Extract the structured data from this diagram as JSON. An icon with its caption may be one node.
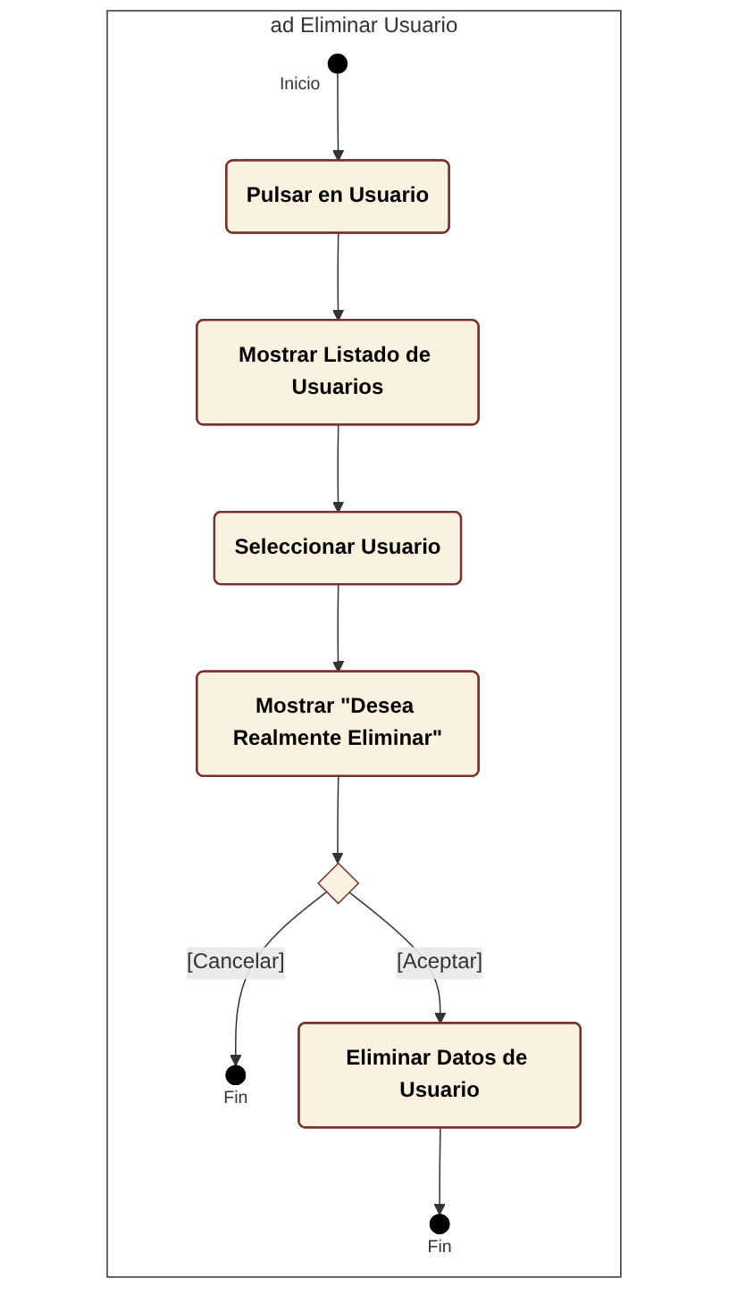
{
  "diagram": {
    "nodes": [
      {
        "text": [
          "ad Eliminar Usuario"
        ]
      },
      {
        "text": [],
        "shape": "circle",
        "beside": [
          "Inicio"
        ],
        "in": 0
      },
      {
        "text": [
          "Pulsar en Usuario"
        ],
        "in": 0
      },
      {
        "text": [
          "Mostrar Listado de Usuarios"
        ],
        "in": 0
      },
      {
        "text": [
          "Seleccionar Usuario"
        ],
        "in": 0
      },
      {
        "text": [
          "Mostrar \"Desea Realmente Eliminar\""
        ],
        "in": 0
      },
      {
        "text": [],
        "shape": "diamond",
        "in": 0
      },
      {
        "text": [],
        "shape": "circle",
        "beside": [
          "Fin"
        ],
        "in": 0
      },
      {
        "text": [
          "Eliminar Datos de Usuario"
        ],
        "in": 0
      },
      {
        "text": [],
        "shape": "circle",
        "beside": [
          "Fin"
        ],
        "in": 0
      }
    ],
    "edges": [
      {
        "from": 1,
        "to": 2,
        "arrow": "to"
      },
      {
        "from": 2,
        "to": 3,
        "arrow": "to"
      },
      {
        "from": 3,
        "to": 4,
        "arrow": "to"
      },
      {
        "from": 4,
        "to": 5,
        "arrow": "to"
      },
      {
        "from": 5,
        "to": 6,
        "arrow": "to"
      },
      {
        "from": 6,
        "to": 7,
        "arrow": "to",
        "label": "[Cancelar]"
      },
      {
        "from": 6,
        "to": 8,
        "arrow": "to",
        "label": "[Aceptar]"
      },
      {
        "from": 8,
        "to": 9,
        "arrow": "to"
      }
    ]
  }
}
